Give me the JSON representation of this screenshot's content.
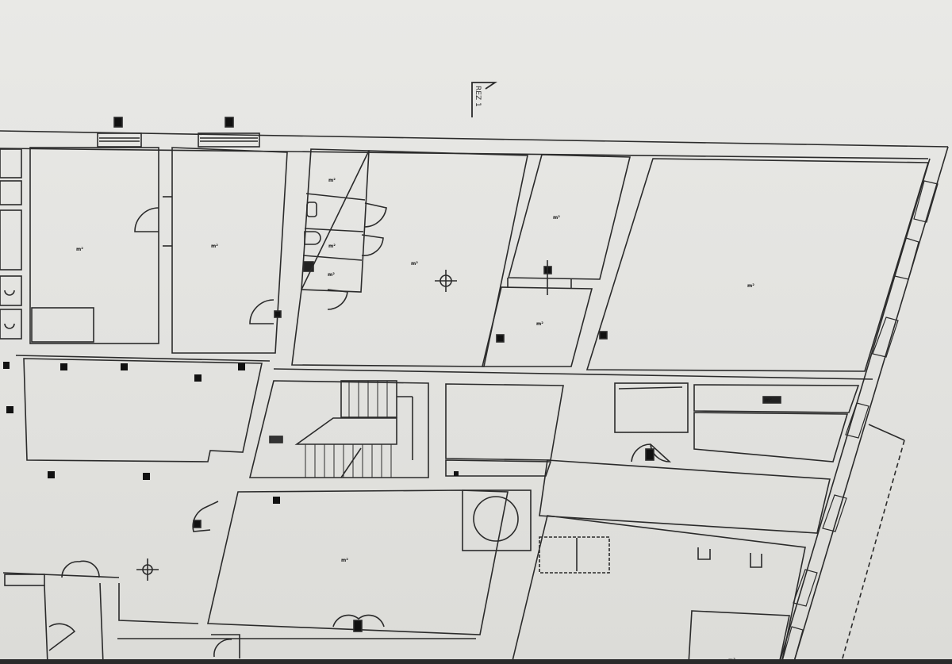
{
  "drawing": {
    "type": "architectural floor plan",
    "section_marker": {
      "label": "REZ 1"
    },
    "area_unit": "m²",
    "line_color": "#2b2b2b",
    "paper_color": "#e6e6e3",
    "rooms": [
      {
        "id": "room-a",
        "label": "m²"
      },
      {
        "id": "room-b",
        "label": "m²"
      },
      {
        "id": "wc-1",
        "label": "m²"
      },
      {
        "id": "wc-2",
        "label": "m²"
      },
      {
        "id": "wc-3",
        "label": "m²"
      },
      {
        "id": "room-c",
        "label": "m²"
      },
      {
        "id": "room-d",
        "label": "m²"
      },
      {
        "id": "room-e",
        "label": "m²"
      },
      {
        "id": "room-f",
        "label": "m²"
      },
      {
        "id": "room-g",
        "label": "m²"
      },
      {
        "id": "room-h",
        "label": "m²"
      },
      {
        "id": "room-i",
        "label": "m²"
      }
    ]
  }
}
